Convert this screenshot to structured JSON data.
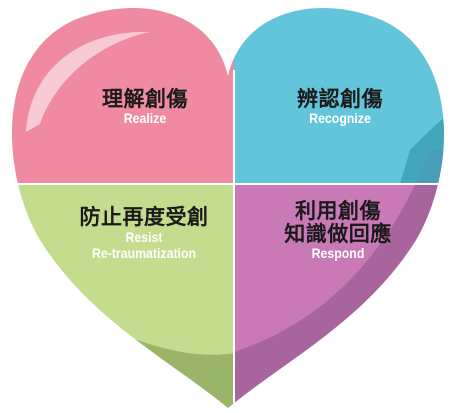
{
  "diagram": {
    "quadrants": [
      {
        "id": "realize",
        "title_lines": [
          "理解創傷"
        ],
        "subtitle_lines": [
          "Realize"
        ],
        "color": "#ef8aa0"
      },
      {
        "id": "recognize",
        "title_lines": [
          "辨認創傷"
        ],
        "subtitle_lines": [
          "Recognize"
        ],
        "color": "#63c5d9"
      },
      {
        "id": "resist",
        "title_lines": [
          "防止再度受創"
        ],
        "subtitle_lines": [
          "Resist",
          "Re-traumatization"
        ],
        "color": "#c3dc8e"
      },
      {
        "id": "respond",
        "title_lines": [
          "利用創傷",
          "知識做回應"
        ],
        "subtitle_lines": [
          "Respond"
        ],
        "color": "#c97ab6"
      }
    ]
  }
}
